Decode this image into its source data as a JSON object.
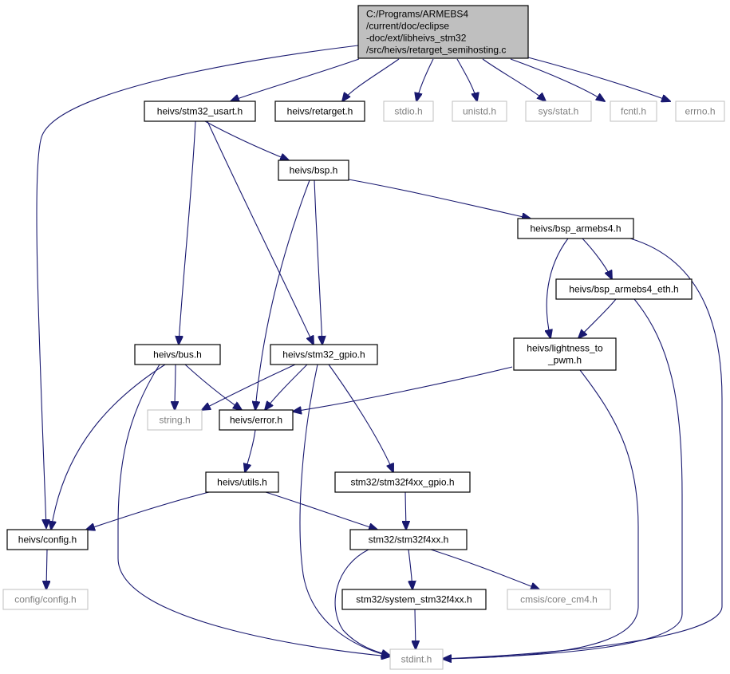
{
  "colors": {
    "edge": "#191970",
    "root_fill": "#bfbfbf",
    "internal_border": "#000000",
    "external_border": "#bfbfbf",
    "external_text": "#7f7f7f"
  },
  "nodes": {
    "root": {
      "lines": [
        "C:/Programs/ARMEBS4",
        "/current/doc/eclipse",
        "-doc/ext/libheivs_stm32",
        "/src/heivs/retarget_semihosting.c"
      ],
      "kind": "root"
    },
    "stm32_usart": {
      "lines": [
        "heivs/stm32_usart.h"
      ],
      "kind": "internal"
    },
    "retarget": {
      "lines": [
        "heivs/retarget.h"
      ],
      "kind": "internal"
    },
    "stdio": {
      "lines": [
        "stdio.h"
      ],
      "kind": "external"
    },
    "unistd": {
      "lines": [
        "unistd.h"
      ],
      "kind": "external"
    },
    "sysstat": {
      "lines": [
        "sys/stat.h"
      ],
      "kind": "external"
    },
    "fcntl": {
      "lines": [
        "fcntl.h"
      ],
      "kind": "external"
    },
    "errno": {
      "lines": [
        "errno.h"
      ],
      "kind": "external"
    },
    "bsp": {
      "lines": [
        "heivs/bsp.h"
      ],
      "kind": "internal"
    },
    "bsp_armebs4": {
      "lines": [
        "heivs/bsp_armebs4.h"
      ],
      "kind": "internal"
    },
    "bsp_armebs4_eth": {
      "lines": [
        "heivs/bsp_armebs4_eth.h"
      ],
      "kind": "internal"
    },
    "bus": {
      "lines": [
        "heivs/bus.h"
      ],
      "kind": "internal"
    },
    "stm32_gpio": {
      "lines": [
        "heivs/stm32_gpio.h"
      ],
      "kind": "internal"
    },
    "lightness": {
      "lines": [
        "heivs/lightness_to",
        "_pwm.h"
      ],
      "kind": "internal"
    },
    "string": {
      "lines": [
        "string.h"
      ],
      "kind": "external"
    },
    "error": {
      "lines": [
        "heivs/error.h"
      ],
      "kind": "internal"
    },
    "utils": {
      "lines": [
        "heivs/utils.h"
      ],
      "kind": "internal"
    },
    "stm32f4xx_gpio": {
      "lines": [
        "stm32/stm32f4xx_gpio.h"
      ],
      "kind": "internal"
    },
    "config": {
      "lines": [
        "heivs/config.h"
      ],
      "kind": "internal"
    },
    "stm32f4xx": {
      "lines": [
        "stm32/stm32f4xx.h"
      ],
      "kind": "internal"
    },
    "config_config": {
      "lines": [
        "config/config.h"
      ],
      "kind": "external"
    },
    "system_stm32f4xx": {
      "lines": [
        "stm32/system_stm32f4xx.h"
      ],
      "kind": "internal"
    },
    "core_cm4": {
      "lines": [
        "cmsis/core_cm4.h"
      ],
      "kind": "external"
    },
    "stdint": {
      "lines": [
        "stdint.h"
      ],
      "kind": "external"
    }
  },
  "edges": [
    [
      "root",
      "stm32_usart"
    ],
    [
      "root",
      "retarget"
    ],
    [
      "root",
      "stdio"
    ],
    [
      "root",
      "unistd"
    ],
    [
      "root",
      "sysstat"
    ],
    [
      "root",
      "fcntl"
    ],
    [
      "root",
      "errno"
    ],
    [
      "root",
      "config"
    ],
    [
      "stm32_usart",
      "bsp"
    ],
    [
      "stm32_usart",
      "bus"
    ],
    [
      "stm32_usart",
      "stm32_gpio"
    ],
    [
      "bsp",
      "bsp_armebs4"
    ],
    [
      "bsp",
      "stm32_gpio"
    ],
    [
      "bsp",
      "error"
    ],
    [
      "bsp_armebs4",
      "bsp_armebs4_eth"
    ],
    [
      "bsp_armebs4",
      "lightness"
    ],
    [
      "bsp_armebs4",
      "stdint"
    ],
    [
      "bsp_armebs4_eth",
      "lightness"
    ],
    [
      "bsp_armebs4_eth",
      "stdint"
    ],
    [
      "lightness",
      "error"
    ],
    [
      "lightness",
      "stdint"
    ],
    [
      "bus",
      "string"
    ],
    [
      "bus",
      "error"
    ],
    [
      "bus",
      "config"
    ],
    [
      "bus",
      "stdint"
    ],
    [
      "stm32_gpio",
      "string"
    ],
    [
      "stm32_gpio",
      "error"
    ],
    [
      "stm32_gpio",
      "stm32f4xx_gpio"
    ],
    [
      "stm32_gpio",
      "stdint"
    ],
    [
      "error",
      "utils"
    ],
    [
      "utils",
      "config"
    ],
    [
      "utils",
      "stm32f4xx"
    ],
    [
      "stm32f4xx_gpio",
      "stm32f4xx"
    ],
    [
      "config",
      "config_config"
    ],
    [
      "stm32f4xx",
      "system_stm32f4xx"
    ],
    [
      "stm32f4xx",
      "core_cm4"
    ],
    [
      "stm32f4xx",
      "stdint"
    ],
    [
      "system_stm32f4xx",
      "stdint"
    ]
  ]
}
